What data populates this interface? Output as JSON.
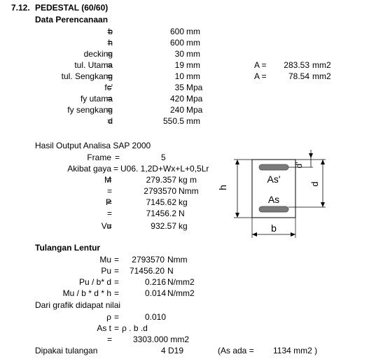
{
  "header": {
    "number": "7.12.",
    "title": "PEDESTAL (60/60)"
  },
  "data_perencanaan": {
    "heading": "Data Perencanaan",
    "rows": [
      {
        "label": "b",
        "eq": "=",
        "value": "600",
        "unit": "mm"
      },
      {
        "label": "h",
        "eq": "=",
        "value": "600",
        "unit": "mm"
      },
      {
        "label": "decking",
        "eq": "=",
        "value": "30",
        "unit": "mm"
      },
      {
        "label": "tul. Utama",
        "eq": "=",
        "value": "19",
        "unit": "mm"
      },
      {
        "label": "tul. Sengkang",
        "eq": "=",
        "value": "10",
        "unit": "mm"
      },
      {
        "label": "fc'",
        "eq": "=",
        "value": "35",
        "unit": "Mpa"
      },
      {
        "label": "fy utama",
        "eq": "=",
        "value": "420",
        "unit": "Mpa"
      },
      {
        "label": "fy sengkang",
        "eq": "=",
        "value": "240",
        "unit": "Mpa"
      },
      {
        "label": "d",
        "eq": "=",
        "value": "550.5",
        "unit": "mm"
      }
    ],
    "areas": [
      {
        "label": "A =",
        "value": "283.53",
        "unit": "mm2"
      },
      {
        "label": "A =",
        "value": "78.54",
        "unit": "mm2"
      }
    ]
  },
  "sap": {
    "heading": "Hasil Output Analisa SAP 2000",
    "frame_label": "Frame",
    "frame_eq": "=",
    "frame_value": "5",
    "akibat_label": "Akibat gaya",
    "akibat_eq": "=",
    "akibat_value": "U06. 1,2D+Wx+L+0,5Lr",
    "rows": [
      {
        "label": "M",
        "eq": "=",
        "value": "279.357",
        "unit": "kg m"
      },
      {
        "label": "",
        "eq": "=",
        "value": "2793570",
        "unit": "Nmm"
      },
      {
        "label": "P",
        "eq": "=",
        "value": "7145.62",
        "unit": "kg"
      },
      {
        "label": "",
        "eq": "=",
        "value": "71456.2",
        "unit": "N"
      },
      {
        "label": "Vu",
        "eq": "=",
        "value": "932.57",
        "unit": "kg"
      }
    ]
  },
  "diagram": {
    "h": "h",
    "b": "b",
    "d": "d",
    "d_prime": "d'",
    "as_top": "As'",
    "as_bottom": "As"
  },
  "tulangan": {
    "heading": "Tulangan Lentur",
    "rows": [
      {
        "label": "Mu",
        "eq": "=",
        "value": "2793570",
        "unit": "Nmm"
      },
      {
        "label": "Pu",
        "eq": "=",
        "value": "71456.20",
        "unit": "N"
      },
      {
        "label": "Pu / b* d",
        "eq": "=",
        "value": "0.216",
        "unit": "N/mm2"
      },
      {
        "label": "Mu / b * d * h",
        "eq": "=",
        "value": "0.014",
        "unit": "N/mm2"
      }
    ],
    "grafik_note": "Dari grafik didapat nilai",
    "rho_label": "ρ",
    "rho_eq": "=",
    "rho_value": "0.010",
    "as_label": "As t",
    "as_eq": "=",
    "as_formula": "ρ . b .d",
    "as_result_eq": "=",
    "as_result": "3303.000 mm2",
    "dipakai_label": "Dipakai tulangan",
    "dipakai_value": "4 D19",
    "as_ada_prefix": "(As ada =",
    "as_ada_value": "1134 mm2 )"
  }
}
